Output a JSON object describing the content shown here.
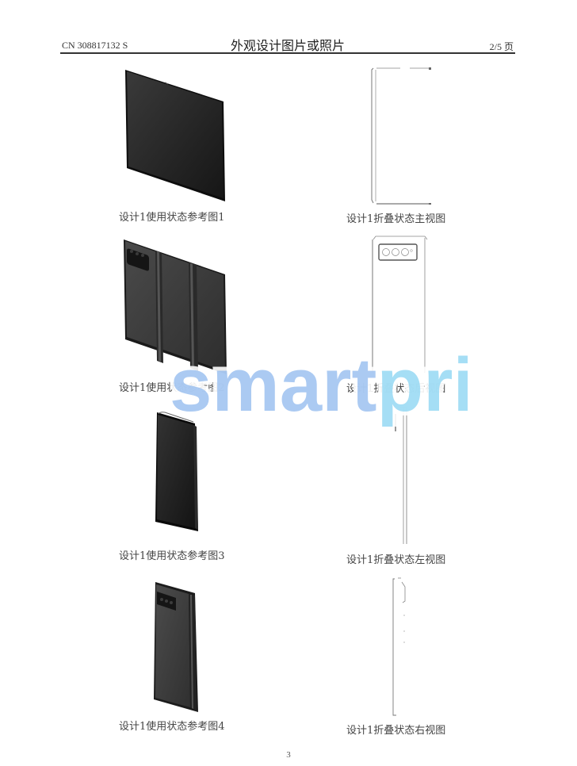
{
  "header": {
    "doc_number": "CN 308817132 S",
    "title": "外观设计图片或照片",
    "page_info": "2/5 页"
  },
  "figures": [
    {
      "caption": "设计1使用状态参考图1",
      "type": "photo",
      "subject": "unfolded-phone-front"
    },
    {
      "caption": "设计1折叠状态主视图",
      "type": "line-drawing",
      "subject": "folded-front-view"
    },
    {
      "caption": "设计1使用状态参考图2",
      "type": "photo",
      "subject": "unfolded-phone-back"
    },
    {
      "caption": "设计1折叠状态后视图",
      "type": "line-drawing",
      "subject": "folded-back-view"
    },
    {
      "caption": "设计1使用状态参考图3",
      "type": "photo",
      "subject": "folded-phone-front"
    },
    {
      "caption": "设计1折叠状态左视图",
      "type": "line-drawing",
      "subject": "folded-left-view"
    },
    {
      "caption": "设计1使用状态参考图4",
      "type": "photo",
      "subject": "folded-phone-back"
    },
    {
      "caption": "设计1折叠状态右视图",
      "type": "line-drawing",
      "subject": "folded-right-view"
    }
  ],
  "watermark": {
    "text_part1": "smart",
    "text_part2": "prix",
    "color1": "#8fb8ee",
    "color2": "#8fd6f3"
  },
  "footer": {
    "page_number": "3"
  }
}
